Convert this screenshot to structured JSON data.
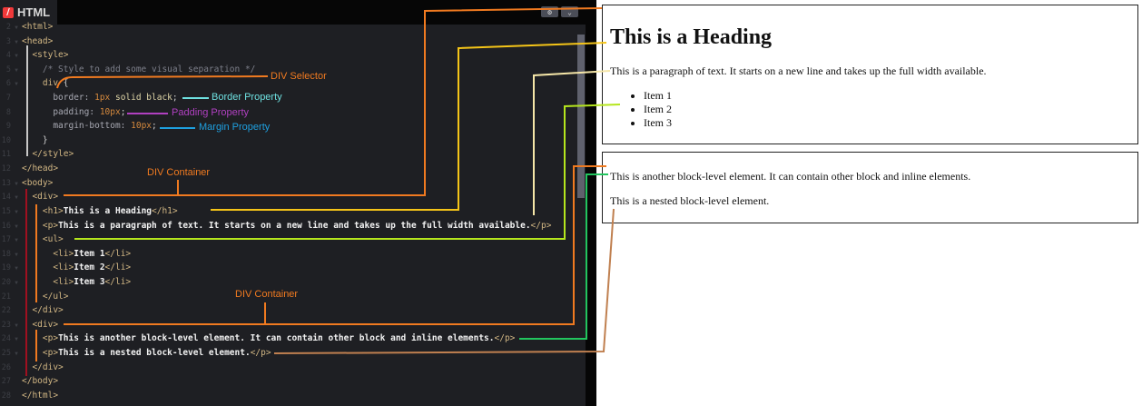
{
  "tab": {
    "title": "HTML",
    "logo": "/"
  },
  "toolbar": {
    "settings_icon": "gear-icon",
    "collapse_icon": "chevron-down-icon"
  },
  "code": [
    {
      "n": "2",
      "f": true,
      "i": 0,
      "s": [
        [
          "tag",
          "<html>"
        ]
      ]
    },
    {
      "n": "3",
      "f": true,
      "i": 0,
      "s": [
        [
          "tag",
          "<head>"
        ]
      ]
    },
    {
      "n": "4",
      "f": true,
      "i": 1,
      "s": [
        [
          "tag",
          "<style>"
        ]
      ]
    },
    {
      "n": "5",
      "f": true,
      "i": 2,
      "s": [
        [
          "cm",
          "/* Style to add some visual separation */"
        ]
      ]
    },
    {
      "n": "6",
      "f": true,
      "i": 2,
      "s": [
        [
          "tag",
          "div"
        ],
        [
          "pl",
          " {"
        ]
      ]
    },
    {
      "n": "7",
      "f": false,
      "i": 3,
      "s": [
        [
          "pr",
          "border: "
        ],
        [
          "nu",
          "1px"
        ],
        [
          "kw",
          " solid black"
        ],
        [
          "pl",
          ";"
        ]
      ]
    },
    {
      "n": "8",
      "f": false,
      "i": 3,
      "s": [
        [
          "pr",
          "padding: "
        ],
        [
          "nu",
          "10px"
        ],
        [
          "pl",
          ";"
        ]
      ]
    },
    {
      "n": "9",
      "f": false,
      "i": 3,
      "s": [
        [
          "pr",
          "margin-bottom: "
        ],
        [
          "nu",
          "10px"
        ],
        [
          "pl",
          ";"
        ]
      ]
    },
    {
      "n": "10",
      "f": false,
      "i": 2,
      "s": [
        [
          "pl",
          "}"
        ]
      ]
    },
    {
      "n": "11",
      "f": false,
      "i": 1,
      "s": [
        [
          "tag",
          "</style>"
        ]
      ]
    },
    {
      "n": "12",
      "f": false,
      "i": 0,
      "s": [
        [
          "tag",
          "</head>"
        ]
      ]
    },
    {
      "n": "13",
      "f": true,
      "i": 0,
      "s": [
        [
          "tag",
          "<body>"
        ]
      ]
    },
    {
      "n": "14",
      "f": true,
      "i": 1,
      "s": [
        [
          "tag",
          "<div>"
        ]
      ]
    },
    {
      "n": "15",
      "f": true,
      "i": 2,
      "s": [
        [
          "tag",
          "<h1>"
        ],
        [
          "tx",
          "This is a Heading"
        ],
        [
          "tag",
          "</h1>"
        ]
      ]
    },
    {
      "n": "16",
      "f": true,
      "i": 2,
      "s": [
        [
          "tag",
          "<p>"
        ],
        [
          "tx",
          "This is a paragraph of text. It starts on a new line and takes up the full width available."
        ],
        [
          "tag",
          "</p>"
        ]
      ]
    },
    {
      "n": "17",
      "f": true,
      "i": 2,
      "s": [
        [
          "tag",
          "<ul>"
        ]
      ]
    },
    {
      "n": "18",
      "f": true,
      "i": 3,
      "s": [
        [
          "tag",
          "<li>"
        ],
        [
          "tx",
          "Item 1"
        ],
        [
          "tag",
          "</li>"
        ]
      ]
    },
    {
      "n": "19",
      "f": true,
      "i": 3,
      "s": [
        [
          "tag",
          "<li>"
        ],
        [
          "tx",
          "Item 2"
        ],
        [
          "tag",
          "</li>"
        ]
      ]
    },
    {
      "n": "20",
      "f": true,
      "i": 3,
      "s": [
        [
          "tag",
          "<li>"
        ],
        [
          "tx",
          "Item 3"
        ],
        [
          "tag",
          "</li>"
        ]
      ]
    },
    {
      "n": "21",
      "f": false,
      "i": 2,
      "s": [
        [
          "tag",
          "</ul>"
        ]
      ]
    },
    {
      "n": "22",
      "f": false,
      "i": 1,
      "s": [
        [
          "tag",
          "</div>"
        ]
      ]
    },
    {
      "n": "23",
      "f": true,
      "i": 1,
      "s": [
        [
          "tag",
          "<div>"
        ]
      ]
    },
    {
      "n": "24",
      "f": true,
      "i": 2,
      "s": [
        [
          "tag",
          "<p>"
        ],
        [
          "tx",
          "This is another block-level element. It can contain other block and inline elements."
        ],
        [
          "tag",
          "</p>"
        ]
      ]
    },
    {
      "n": "25",
      "f": true,
      "i": 2,
      "s": [
        [
          "tag",
          "<p>"
        ],
        [
          "tx",
          "This is a nested block-level element."
        ],
        [
          "tag",
          "</p>"
        ]
      ]
    },
    {
      "n": "26",
      "f": false,
      "i": 1,
      "s": [
        [
          "tag",
          "</div>"
        ]
      ]
    },
    {
      "n": "27",
      "f": false,
      "i": 0,
      "s": [
        [
          "tag",
          "</body>"
        ]
      ]
    },
    {
      "n": "28",
      "f": false,
      "i": 0,
      "s": [
        [
          "tag",
          "</html>"
        ]
      ]
    }
  ],
  "annotations": {
    "div_selector": "DIV Selector",
    "border": "Border Property",
    "padding": "Padding Property",
    "margin": "Margin Property",
    "div_container_1": "DIV Container",
    "div_container_2": "DIV Container"
  },
  "colors": {
    "orange": "#f07a20",
    "yellow": "#f5c518",
    "cream": "#f5e6a8",
    "lime": "#b5e61d",
    "green": "#22c55e",
    "brown": "#c08050",
    "cyan": "#6ee0e0",
    "purple": "#b040c0",
    "blue": "#1ea0e0"
  },
  "preview": {
    "heading": "This is a Heading",
    "paragraph": "This is a paragraph of text. It starts on a new line and takes up the full width available.",
    "items": [
      "Item 1",
      "Item 2",
      "Item 3"
    ],
    "p2": "This is another block-level element. It can contain other block and inline elements.",
    "p3": "This is a nested block-level element."
  }
}
